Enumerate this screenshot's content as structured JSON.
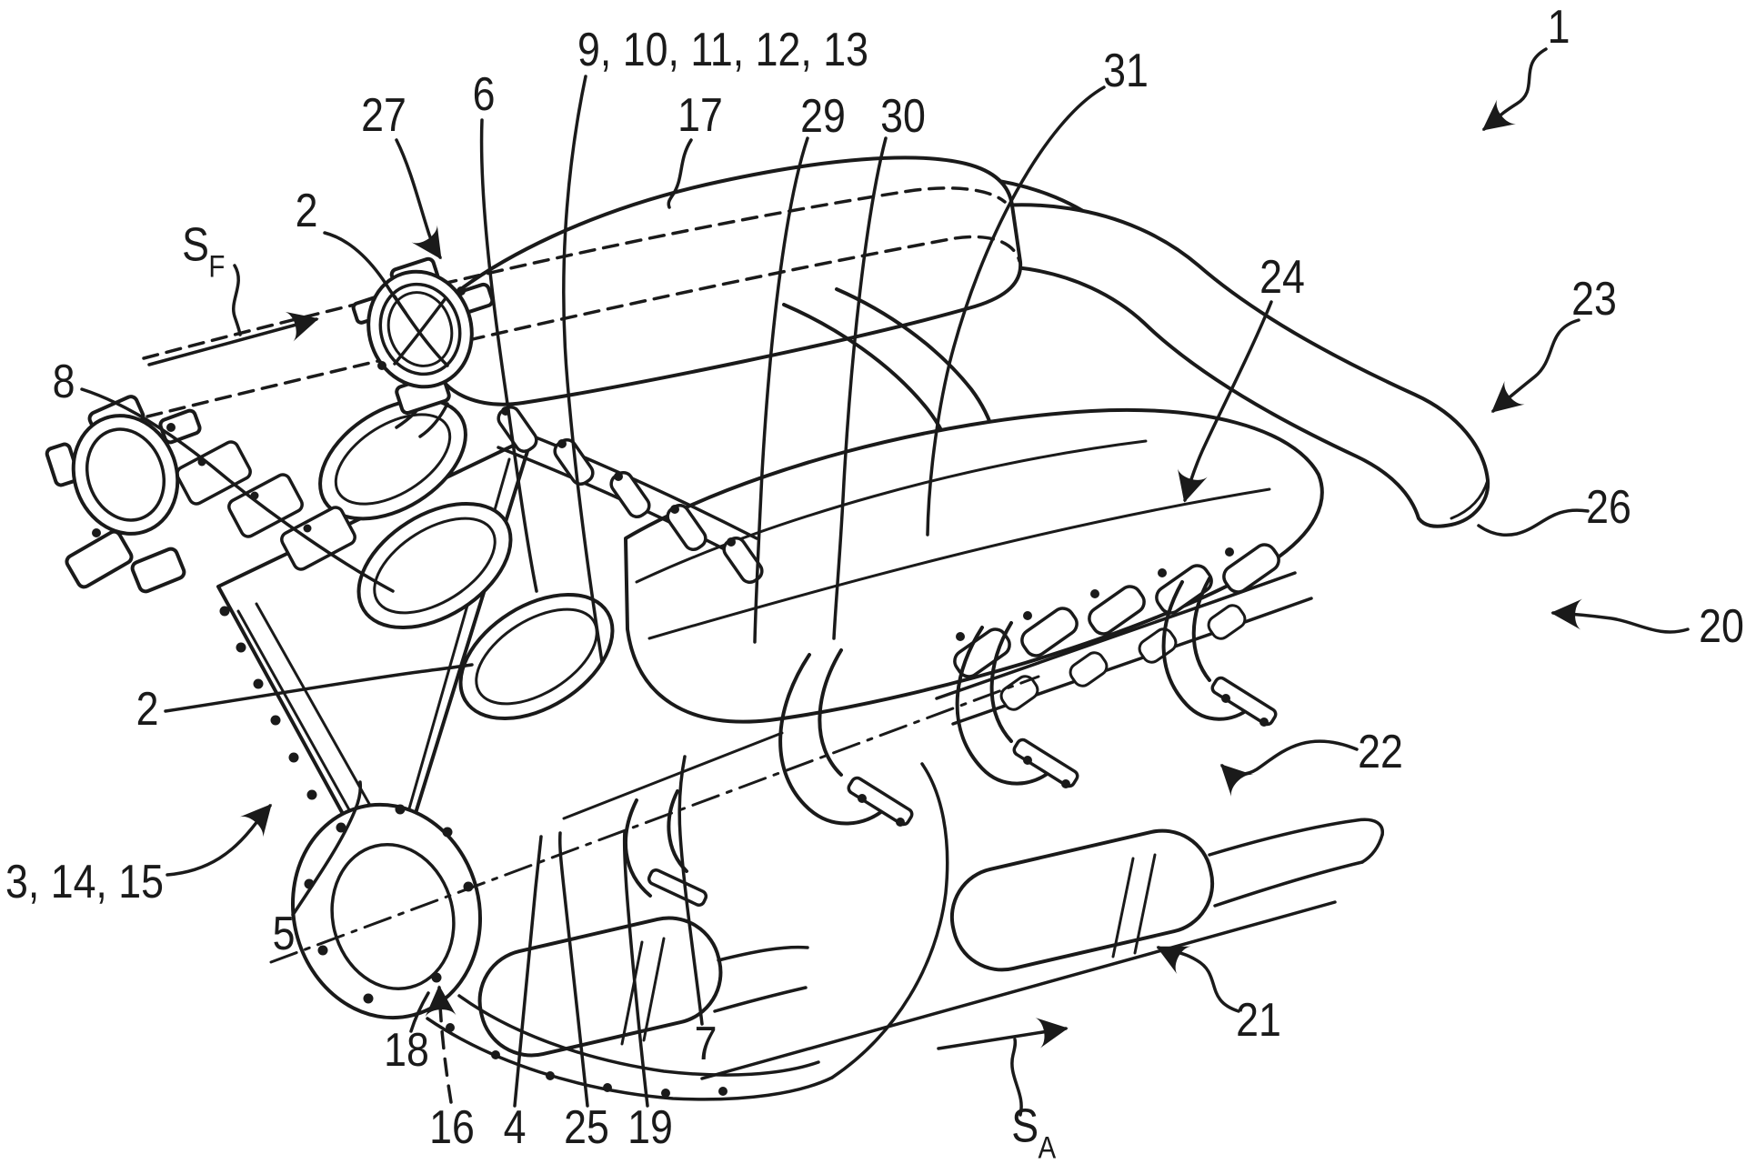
{
  "figure": {
    "kind": "patent-style technical line drawing",
    "subject": "V-type internal combustion engine, perspective view",
    "background_color": "#ffffff",
    "line_color": "#1a1a1a"
  },
  "reference_labels": {
    "r1": "1",
    "r2_upper": "2",
    "r2_lower": "2",
    "r3_14_15": "3, 14, 15",
    "r4": "4",
    "r5": "5",
    "r6": "6",
    "r7": "7",
    "r8": "8",
    "r9_13": "9, 10, 11, 12, 13",
    "r16": "16",
    "r17": "17",
    "r18": "18",
    "r19": "19",
    "r20": "20",
    "r21": "21",
    "r22": "22",
    "r23": "23",
    "r24": "24",
    "r25": "25",
    "r26": "26",
    "r27": "27",
    "r29": "29",
    "r30": "30",
    "r31": "31"
  },
  "direction_arrows": {
    "front": {
      "base": "S",
      "sub": "F"
    },
    "aft": {
      "base": "S",
      "sub": "A"
    }
  }
}
